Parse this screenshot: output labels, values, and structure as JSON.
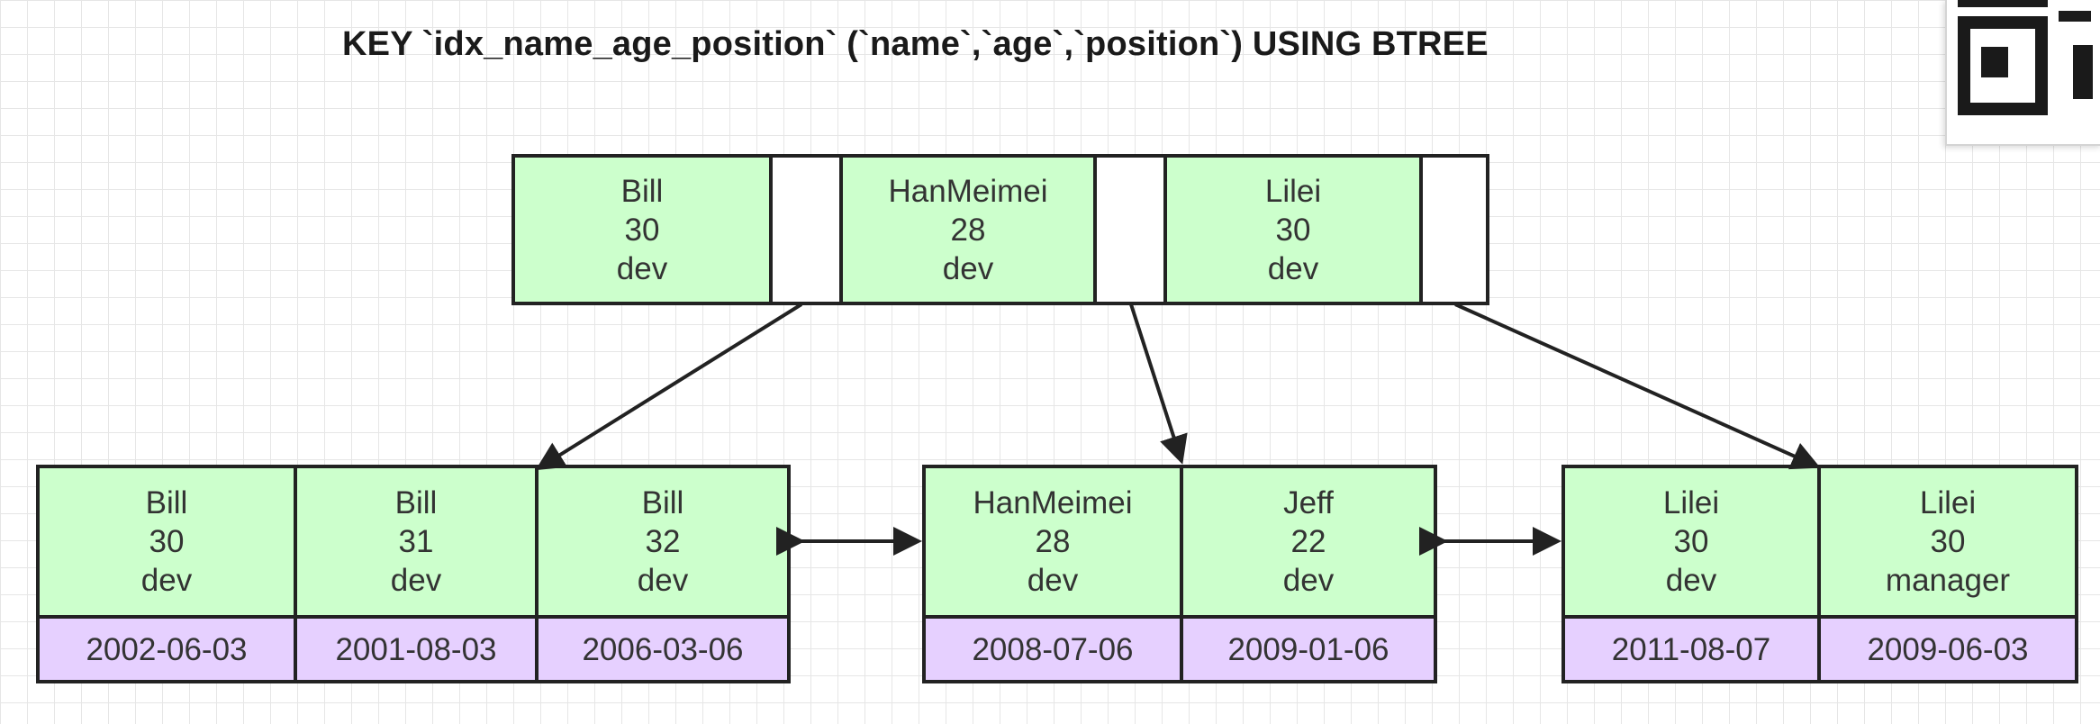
{
  "title": "KEY `idx_name_age_position` (`name`,`age`,`position`) USING BTREE",
  "root": {
    "keys": [
      {
        "name": "Bill",
        "age": "30",
        "position": "dev"
      },
      {
        "name": "HanMeimei",
        "age": "28",
        "position": "dev"
      },
      {
        "name": "Lilei",
        "age": "30",
        "position": "dev"
      }
    ]
  },
  "leaves": [
    {
      "entries": [
        {
          "name": "Bill",
          "age": "30",
          "position": "dev",
          "date": "2002-06-03"
        },
        {
          "name": "Bill",
          "age": "31",
          "position": "dev",
          "date": "2001-08-03"
        },
        {
          "name": "Bill",
          "age": "32",
          "position": "dev",
          "date": "2006-03-06"
        }
      ]
    },
    {
      "entries": [
        {
          "name": "HanMeimei",
          "age": "28",
          "position": "dev",
          "date": "2008-07-06"
        },
        {
          "name": "Jeff",
          "age": "22",
          "position": "dev",
          "date": "2009-01-06"
        }
      ]
    },
    {
      "entries": [
        {
          "name": "Lilei",
          "age": "30",
          "position": "dev",
          "date": "2011-08-07"
        },
        {
          "name": "Lilei",
          "age": "30",
          "position": "manager",
          "date": "2009-06-03"
        }
      ]
    }
  ],
  "colors": {
    "key_fill": "#ccffcc",
    "row_fill": "#e6d0ff",
    "stroke": "#222222",
    "grid": "#e6e6e6"
  },
  "icons": {
    "corner_widget": "qr-code-icon"
  }
}
